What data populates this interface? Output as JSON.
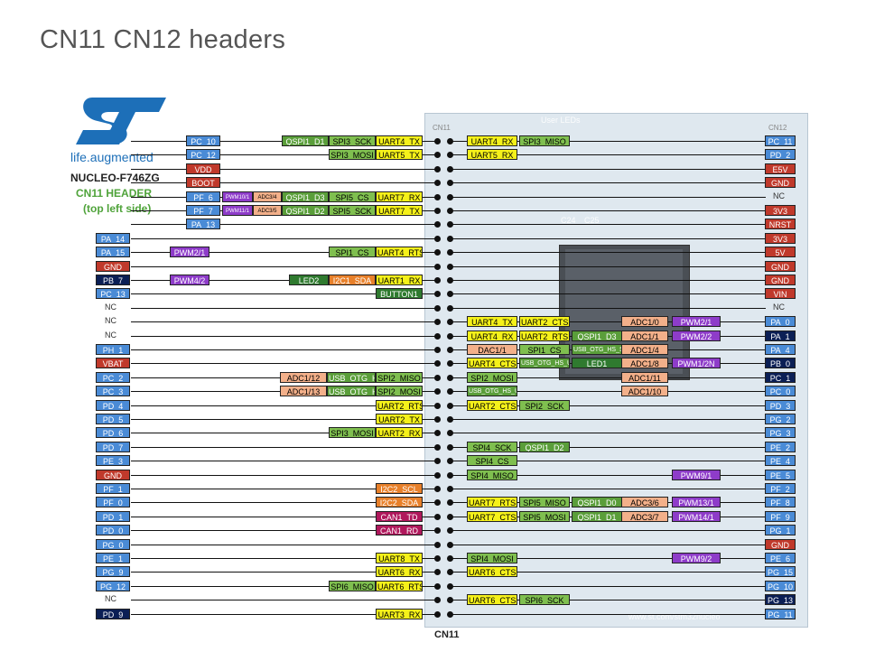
{
  "title": "CN11 CN12 headers",
  "logo": {
    "brand": "life.augmented"
  },
  "info": {
    "board": "NUCLEO-F746ZG",
    "header": "CN11 HEADER",
    "side": "(top left side)"
  },
  "header_labels": {
    "cn11_top": "CN11",
    "cn11_bottom": "CN11",
    "cn12_top": "CN12"
  },
  "board_silk": [
    "User LEDs",
    "C24",
    "C25",
    "www.st.com/stm32nucleo"
  ],
  "colors": {
    "blue": "#4a8bd6",
    "navy": "#0b1f55",
    "red": "#c0392b",
    "green": "#5a9e3a",
    "darkgreen": "#2f7a2f",
    "yellow": "#f5f11a",
    "purple": "#8e3cc9",
    "salmon": "#f3b08a",
    "magenta": "#b0185c",
    "olive": "#7fbf4f"
  },
  "rows": [
    {
      "left": [
        [
          "PC_10",
          "blue"
        ]
      ],
      "mid": [
        [
          "QSPI1_D1",
          "green"
        ],
        [
          "SPI3_SCK",
          "olive"
        ],
        [
          "UART4_TX",
          "yellow"
        ]
      ],
      "right": [
        [
          "UART4_RX",
          "yellow"
        ],
        [
          "SPI3_MISO",
          "olive"
        ]
      ],
      "far": [],
      "edge": [
        "PC_11",
        "blue"
      ]
    },
    {
      "left": [
        [
          "PC_12",
          "blue"
        ]
      ],
      "mid": [
        [
          "SPI3_MOSI",
          "olive"
        ],
        [
          "UART5_TX",
          "yellow"
        ]
      ],
      "right": [
        [
          "UART5_RX",
          "yellow"
        ]
      ],
      "far": [],
      "edge": [
        "PD_2",
        "blue"
      ]
    },
    {
      "left": [
        [
          "VDD",
          "red"
        ]
      ],
      "mid": [],
      "right": [],
      "far": [],
      "edge": [
        "E5V",
        "red"
      ]
    },
    {
      "left": [
        [
          "BOOT",
          "red"
        ]
      ],
      "mid": [],
      "right": [],
      "far": [],
      "edge": [
        "GND",
        "red"
      ]
    },
    {
      "left": [
        [
          "PF_6",
          "blue"
        ]
      ],
      "mid": [
        [
          "PWM10/1",
          "purple"
        ],
        [
          "ADC3/4",
          "salmon"
        ],
        [
          "QSPI1_D3",
          "green"
        ],
        [
          "SPI5_CS",
          "olive"
        ],
        [
          "UART7_RX",
          "yellow"
        ]
      ],
      "right": [],
      "far": [],
      "edge": [
        "NC",
        "nc"
      ]
    },
    {
      "left": [
        [
          "PF_7",
          "blue"
        ]
      ],
      "mid": [
        [
          "PWM11/1",
          "purple"
        ],
        [
          "ADC3/5",
          "salmon"
        ],
        [
          "QSPI1_D2",
          "green"
        ],
        [
          "SPI5_SCK",
          "olive"
        ],
        [
          "UART7_TX",
          "yellow"
        ]
      ],
      "right": [],
      "far": [],
      "edge": [
        "3V3",
        "red"
      ]
    },
    {
      "left": [
        [
          "PA_13",
          "blue"
        ]
      ],
      "mid": [],
      "right": [],
      "far": [],
      "edge": [
        "NRST",
        "red"
      ]
    },
    {
      "left": [
        [
          "PA_14",
          "blue"
        ]
      ],
      "mid": [],
      "right": [],
      "far": [],
      "edge": [
        "3V3",
        "red"
      ]
    },
    {
      "left": [
        [
          "PA_15",
          "blue"
        ]
      ],
      "mid": [
        [
          "PWM2/1",
          "purple"
        ],
        [
          "SPI1_CS",
          "olive"
        ],
        [
          "UART4_RTS",
          "yellow"
        ]
      ],
      "right": [],
      "far": [],
      "edge": [
        "5V",
        "red"
      ]
    },
    {
      "left": [
        [
          "GND",
          "red"
        ]
      ],
      "mid": [],
      "right": [],
      "far": [],
      "edge": [
        "GND",
        "red"
      ]
    },
    {
      "left": [
        [
          "PB_7",
          "navy"
        ]
      ],
      "mid": [
        [
          "PWM4/2",
          "purple"
        ],
        [
          "LED2",
          "darkgreen"
        ],
        [
          "I2C1_SDA",
          "orange"
        ],
        [
          "UART1_RX",
          "yellow"
        ]
      ],
      "right": [],
      "far": [],
      "edge": [
        "GND",
        "red"
      ]
    },
    {
      "left": [
        [
          "PC_13",
          "blue"
        ]
      ],
      "mid": [
        [
          "BUTTON1",
          "darkgreen"
        ]
      ],
      "right": [],
      "far": [],
      "edge": [
        "VIN",
        "red"
      ]
    },
    {
      "left": [
        [
          "NC",
          "nc"
        ]
      ],
      "mid": [],
      "right": [],
      "far": [],
      "edge": [
        "NC",
        "nc"
      ]
    },
    {
      "left": [
        [
          "NC",
          "nc"
        ]
      ],
      "mid": [],
      "right": [
        [
          "UART4_TX",
          "yellow"
        ],
        [
          "UART2_CTS",
          "yellow"
        ]
      ],
      "far": [
        [
          "ADC1/0",
          "salmon"
        ],
        [
          "PWM2/1",
          "purple"
        ]
      ],
      "edge": [
        "PA_0",
        "blue"
      ]
    },
    {
      "left": [
        [
          "NC",
          "nc"
        ]
      ],
      "mid": [],
      "right": [
        [
          "UART4_RX",
          "yellow"
        ],
        [
          "UART2_RTS",
          "yellow"
        ],
        [
          "QSPI1_D3",
          "green"
        ]
      ],
      "far": [
        [
          "ADC1/1",
          "salmon"
        ],
        [
          "PWM2/2",
          "purple"
        ]
      ],
      "edge": [
        "PA_1",
        "navy"
      ]
    },
    {
      "left": [
        [
          "PH_1",
          "blue"
        ]
      ],
      "mid": [],
      "right": [
        [
          "DAC1/1",
          "salmon"
        ],
        [
          "SPI1_CS",
          "olive"
        ],
        [
          "USB_OTG_HS_SOF",
          "green"
        ]
      ],
      "far": [
        [
          "ADC1/4",
          "salmon"
        ]
      ],
      "edge": [
        "PA_4",
        "blue"
      ]
    },
    {
      "left": [
        [
          "VBAT",
          "red"
        ]
      ],
      "mid": [],
      "right": [
        [
          "UART4_CTS",
          "yellow"
        ],
        [
          "USB_OTG_HS_ULPI",
          "green"
        ],
        [
          "LED1",
          "darkgreen"
        ]
      ],
      "far": [
        [
          "ADC1/8",
          "salmon"
        ],
        [
          "PWM1/2N",
          "purple"
        ]
      ],
      "edge": [
        "PB_0",
        "navy"
      ]
    },
    {
      "left": [
        [
          "PC_2",
          "blue"
        ]
      ],
      "mid": [
        [
          "ADC1/12",
          "salmon"
        ],
        [
          "USB_OTG_HS_ULPI",
          "green"
        ],
        [
          "SPI2_MISO",
          "olive"
        ]
      ],
      "right": [
        [
          "SPI2_MOSI",
          "olive"
        ]
      ],
      "far": [
        [
          "ADC1/11",
          "salmon"
        ]
      ],
      "edge": [
        "PC_1",
        "navy"
      ]
    },
    {
      "left": [
        [
          "PC_3",
          "blue"
        ]
      ],
      "mid": [
        [
          "ADC1/13",
          "salmon"
        ],
        [
          "USB_OTG_HS_ULPI",
          "green"
        ],
        [
          "SPI2_MOSI",
          "olive"
        ]
      ],
      "right": [
        [
          "USB_OTG_HS_ULPI",
          "green"
        ]
      ],
      "far": [
        [
          "ADC1/10",
          "salmon"
        ]
      ],
      "edge": [
        "PC_0",
        "blue"
      ]
    },
    {
      "left": [
        [
          "PD_4",
          "blue"
        ]
      ],
      "mid": [
        [
          "UART2_RTS",
          "yellow"
        ]
      ],
      "right": [
        [
          "UART2_CTS",
          "yellow"
        ],
        [
          "SPI2_SCK",
          "olive"
        ]
      ],
      "far": [],
      "edge": [
        "PD_3",
        "blue"
      ]
    },
    {
      "left": [
        [
          "PD_5",
          "blue"
        ]
      ],
      "mid": [
        [
          "UART2_TX",
          "yellow"
        ]
      ],
      "right": [],
      "far": [],
      "edge": [
        "PG_2",
        "blue"
      ]
    },
    {
      "left": [
        [
          "PD_6",
          "blue"
        ]
      ],
      "mid": [
        [
          "SPI3_MOSI",
          "olive"
        ],
        [
          "UART2_RX",
          "yellow"
        ]
      ],
      "right": [],
      "far": [],
      "edge": [
        "PG_3",
        "blue"
      ]
    },
    {
      "left": [
        [
          "PD_7",
          "blue"
        ]
      ],
      "mid": [],
      "right": [
        [
          "SPI4_SCK",
          "olive"
        ],
        [
          "QSPI1_D2",
          "green"
        ]
      ],
      "far": [],
      "edge": [
        "PE_2",
        "blue"
      ]
    },
    {
      "left": [
        [
          "PE_3",
          "blue"
        ]
      ],
      "mid": [],
      "right": [
        [
          "SPI4_CS",
          "olive"
        ]
      ],
      "far": [],
      "edge": [
        "PE_4",
        "blue"
      ]
    },
    {
      "left": [
        [
          "GND",
          "red"
        ]
      ],
      "mid": [],
      "right": [
        [
          "SPI4_MISO",
          "olive"
        ]
      ],
      "far": [
        [
          "PWM9/1",
          "purple"
        ]
      ],
      "edge": [
        "PE_5",
        "blue"
      ]
    },
    {
      "left": [
        [
          "PF_1",
          "blue"
        ]
      ],
      "mid": [
        [
          "I2C2_SCL",
          "orange"
        ]
      ],
      "right": [],
      "far": [],
      "edge": [
        "PF_2",
        "blue"
      ]
    },
    {
      "left": [
        [
          "PF_0",
          "blue"
        ]
      ],
      "mid": [
        [
          "I2C2_SDA",
          "orange"
        ]
      ],
      "right": [
        [
          "UART7_RTS",
          "yellow"
        ],
        [
          "SPI5_MISO",
          "olive"
        ],
        [
          "QSPI1_D0",
          "green"
        ]
      ],
      "far": [
        [
          "ADC3/6",
          "salmon"
        ],
        [
          "PWM13/1",
          "purple"
        ]
      ],
      "edge": [
        "PF_8",
        "blue"
      ]
    },
    {
      "left": [
        [
          "PD_1",
          "blue"
        ]
      ],
      "mid": [
        [
          "CAN1_TD",
          "magenta"
        ]
      ],
      "right": [
        [
          "UART7_CTS",
          "yellow"
        ],
        [
          "SPI5_MOSI",
          "olive"
        ],
        [
          "QSPI1_D1",
          "green"
        ]
      ],
      "far": [
        [
          "ADC3/7",
          "salmon"
        ],
        [
          "PWM14/1",
          "purple"
        ]
      ],
      "edge": [
        "PF_9",
        "blue"
      ]
    },
    {
      "left": [
        [
          "PD_0",
          "blue"
        ]
      ],
      "mid": [
        [
          "CAN1_RD",
          "magenta"
        ]
      ],
      "right": [],
      "far": [],
      "edge": [
        "PG_1",
        "blue"
      ]
    },
    {
      "left": [
        [
          "PG_0",
          "blue"
        ]
      ],
      "mid": [],
      "right": [],
      "far": [],
      "edge": [
        "GND",
        "red"
      ]
    },
    {
      "left": [
        [
          "PE_1",
          "blue"
        ]
      ],
      "mid": [
        [
          "UART8_TX",
          "yellow"
        ]
      ],
      "right": [
        [
          "SPI4_MOSI",
          "olive"
        ]
      ],
      "far": [
        [
          "PWM9/2",
          "purple"
        ]
      ],
      "edge": [
        "PE_6",
        "blue"
      ]
    },
    {
      "left": [
        [
          "PG_9",
          "blue"
        ]
      ],
      "mid": [
        [
          "UART6_RX",
          "yellow"
        ]
      ],
      "right": [
        [
          "UART6_CTS",
          "yellow"
        ]
      ],
      "far": [],
      "edge": [
        "PG_15",
        "blue"
      ]
    },
    {
      "left": [
        [
          "PG_12",
          "blue"
        ]
      ],
      "mid": [
        [
          "SPI6_MISO",
          "olive"
        ],
        [
          "UART6_RTS",
          "yellow"
        ]
      ],
      "right": [],
      "far": [],
      "edge": [
        "PG_10",
        "blue"
      ]
    },
    {
      "left": [
        [
          "NC",
          "nc"
        ]
      ],
      "mid": [],
      "right": [
        [
          "UART6_CTS",
          "yellow"
        ],
        [
          "SPI6_SCK",
          "olive"
        ]
      ],
      "far": [],
      "edge": [
        "PG_13",
        "navy"
      ]
    },
    {
      "left": [
        [
          "PD_9",
          "navy"
        ]
      ],
      "mid": [
        [
          "UART3_RX",
          "yellow"
        ]
      ],
      "right": [],
      "far": [],
      "edge": [
        "PG_11",
        "blue"
      ]
    }
  ]
}
